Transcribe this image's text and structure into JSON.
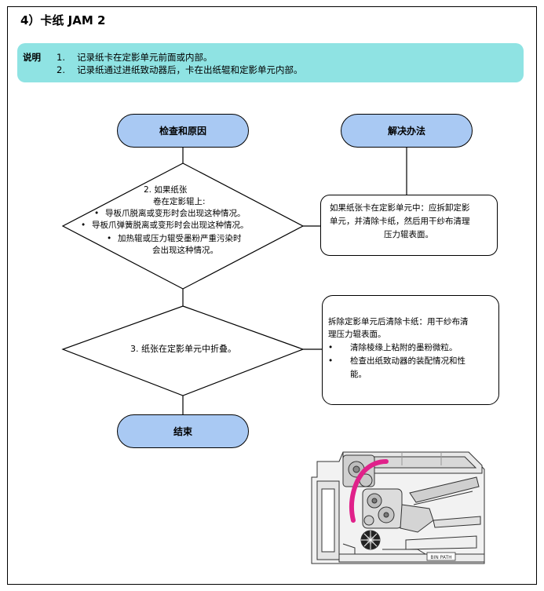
{
  "page": {
    "title": "4）卡纸 JAM 2",
    "note": {
      "label": "说明",
      "items": [
        {
          "num": "1.",
          "text": "记录纸卡在定影单元前面或内部。"
        },
        {
          "num": "2.",
          "text": "记录纸通过进纸致动器后，卡在出纸辊和定影单元内部。"
        }
      ]
    }
  },
  "flow": {
    "check_header": "检查和原因",
    "solution_header": "解决办法",
    "end_label": "结束",
    "step1": {
      "line1": "2.   如果纸张",
      "line2": "卷在定影辊上:",
      "bullets": [
        "导板爪脱离或变形时会出现这种情况。",
        "导板爪弹簧脱离或变形时会出现这种情况。",
        "加热辊或压力辊受墨粉严重污染时"
      ],
      "cont": "会出现这种情况。"
    },
    "solution1": [
      "如果纸张卡在定影单元中：应拆卸定影",
      "单元，并清除卡纸，然后用干纱布清理",
      "压力辊表面。"
    ],
    "step2": "3.  纸张在定影单元中折叠。",
    "solution2": {
      "intro": [
        "拆除定影单元后清除卡纸：用干纱布清",
        "理压力辊表面。"
      ],
      "bullets": [
        "清除棱缘上粘附的墨粉微粒。",
        "检查出纸致动器的装配情况和性"
      ],
      "cont": "能。"
    },
    "bullet_char": "•"
  },
  "figure": {
    "label": "BIN PATH",
    "path_color": "#e0218a"
  }
}
